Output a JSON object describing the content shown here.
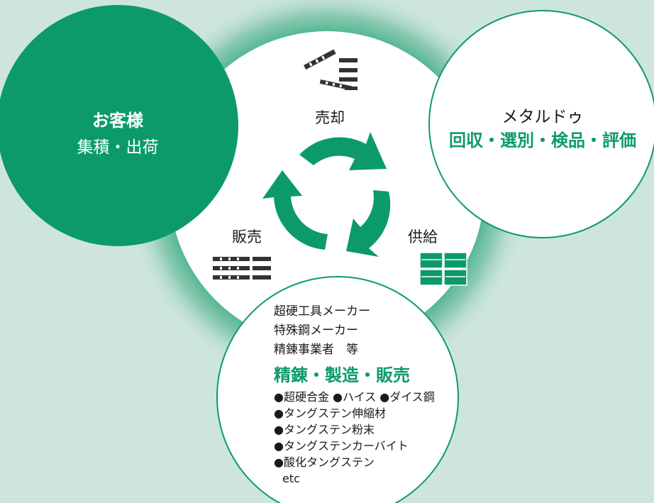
{
  "customer": {
    "title": "お客様",
    "subtitle": "集積・出荷"
  },
  "metal": {
    "title": "メタルドゥ",
    "subtitle": "回収・選別・検品・評価"
  },
  "cycle": {
    "sell": "売却",
    "supply": "供給",
    "sale": "販売"
  },
  "makers": {
    "lines": [
      "超硬工具メーカー",
      "特殊鋼メーカー",
      "精錬事業者　等"
    ],
    "highlight": "精錬・製造・販売",
    "products": [
      "●超硬合金 ●ハイス ●ダイス鋼",
      "●タングステン伸縮材",
      "●タングステン粉末",
      "●タングステンカーバイト",
      "●酸化タングステン",
      "etc"
    ]
  },
  "colors": {
    "green": "#0c9b68",
    "background": "#cde5dc",
    "white": "#ffffff",
    "text": "#1a1a1a"
  },
  "icons": [
    "tool-bits-icon",
    "cycle-arrows-icon",
    "boxes-icon"
  ]
}
